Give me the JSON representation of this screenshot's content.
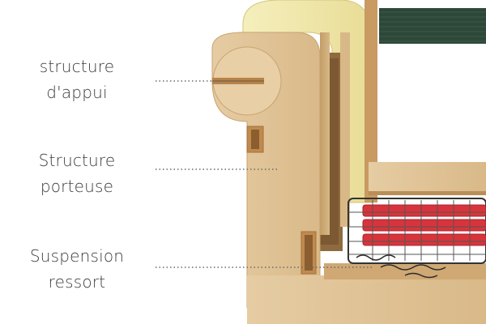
{
  "labels": [
    {
      "line1": "structure",
      "line2": "d'appui"
    },
    {
      "line1": "Structure",
      "line2": "porteuse"
    },
    {
      "line1": "Suspension",
      "line2": "ressort"
    }
  ],
  "colors": {
    "plywood": "#e3c9a0",
    "plywood_shadow": "#c9a874",
    "foam": "#f0eab0",
    "strap": "#2f4b3c",
    "spring_red": "#d8343b",
    "leader_dots": "#6a6a6a"
  }
}
